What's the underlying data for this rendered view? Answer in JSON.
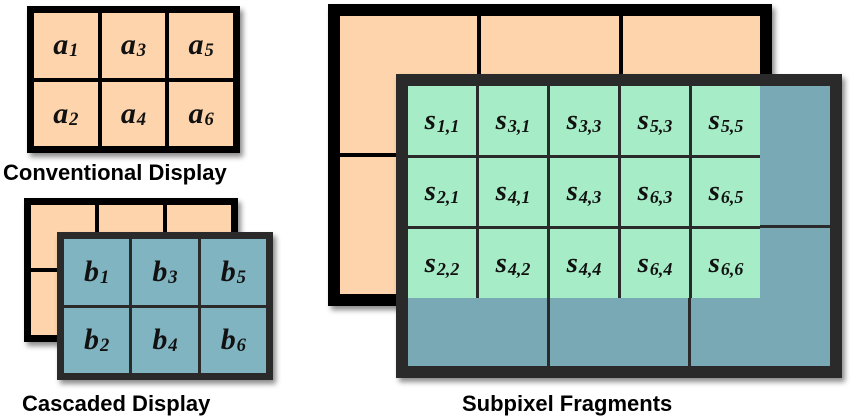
{
  "conventional": {
    "caption": "Conventional Display",
    "cells": [
      {
        "base": "a",
        "sub": "1"
      },
      {
        "base": "a",
        "sub": "3"
      },
      {
        "base": "a",
        "sub": "5"
      },
      {
        "base": "a",
        "sub": "2"
      },
      {
        "base": "a",
        "sub": "4"
      },
      {
        "base": "a",
        "sub": "6"
      }
    ]
  },
  "cascaded": {
    "caption": "Cascaded Display",
    "back_layer_cells": [
      "",
      "",
      "",
      "",
      "",
      ""
    ],
    "front_cells": [
      {
        "base": "b",
        "sub": "1"
      },
      {
        "base": "b",
        "sub": "3"
      },
      {
        "base": "b",
        "sub": "5"
      },
      {
        "base": "b",
        "sub": "2"
      },
      {
        "base": "b",
        "sub": "4"
      },
      {
        "base": "b",
        "sub": "6"
      }
    ]
  },
  "subpixel": {
    "caption": "Subpixel Fragments",
    "fragments": [
      {
        "base": "s",
        "sub": "1,1"
      },
      {
        "base": "s",
        "sub": "3,1"
      },
      {
        "base": "s",
        "sub": "3,3"
      },
      {
        "base": "s",
        "sub": "5,3"
      },
      {
        "base": "s",
        "sub": "5,5"
      },
      {
        "base": "s",
        "sub": "2,1"
      },
      {
        "base": "s",
        "sub": "4,1"
      },
      {
        "base": "s",
        "sub": "4,3"
      },
      {
        "base": "s",
        "sub": "6,3"
      },
      {
        "base": "s",
        "sub": "6,5"
      },
      {
        "base": "s",
        "sub": "2,2"
      },
      {
        "base": "s",
        "sub": "4,2"
      },
      {
        "base": "s",
        "sub": "4,4"
      },
      {
        "base": "s",
        "sub": "6,4"
      },
      {
        "base": "s",
        "sub": "6,6"
      }
    ]
  },
  "colors": {
    "front_layer": "#fdd4ac",
    "rear_layer": "#80b4c0",
    "fragment": "#a6ecc6",
    "frame": "#000000"
  }
}
